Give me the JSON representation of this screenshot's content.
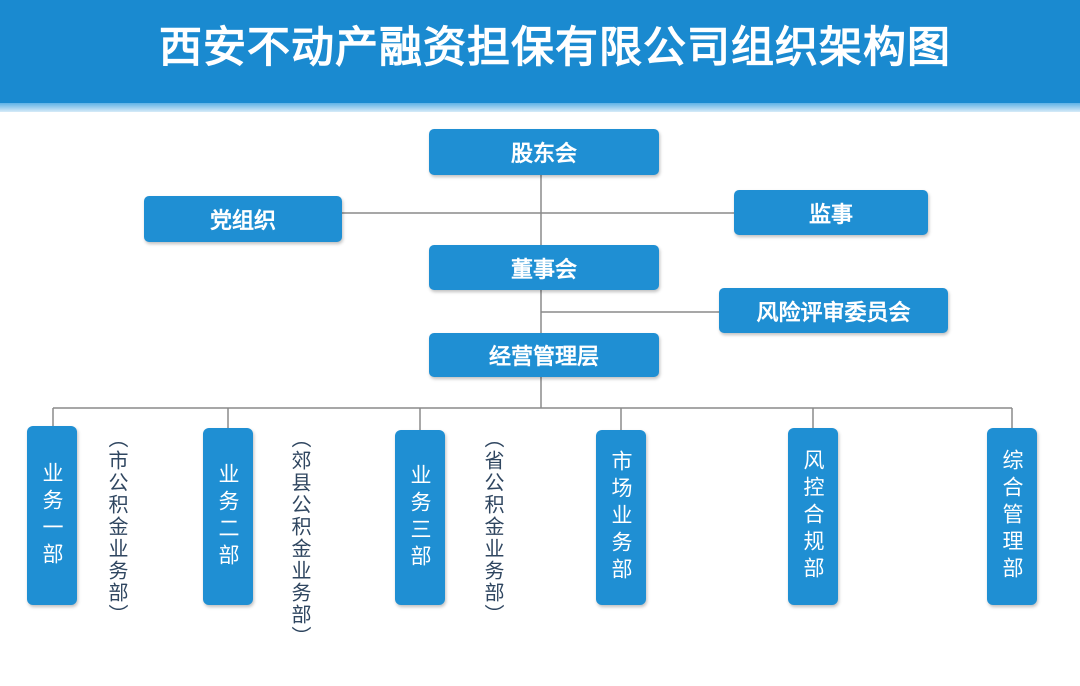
{
  "title": "西安不动产融资担保有限公司组织架构图",
  "colors": {
    "header": "#1a8ad0",
    "box": "#1f8fd3",
    "line": "#8a8a8a"
  },
  "nodes": {
    "shareholders": "股东会",
    "party": "党组织",
    "supervisor": "监事",
    "board": "董事会",
    "risk_committee": "风险评审委员会",
    "management": "经营管理层"
  },
  "departments": [
    {
      "label": "业务一部",
      "note": "（市公积金业务部）"
    },
    {
      "label": "业务二部",
      "note": "（郊县公积金业务部）"
    },
    {
      "label": "业务三部",
      "note": "（省公积金业务部）"
    },
    {
      "label": "市场业务部"
    },
    {
      "label": "风控合规部"
    },
    {
      "label": "综合管理部"
    }
  ]
}
